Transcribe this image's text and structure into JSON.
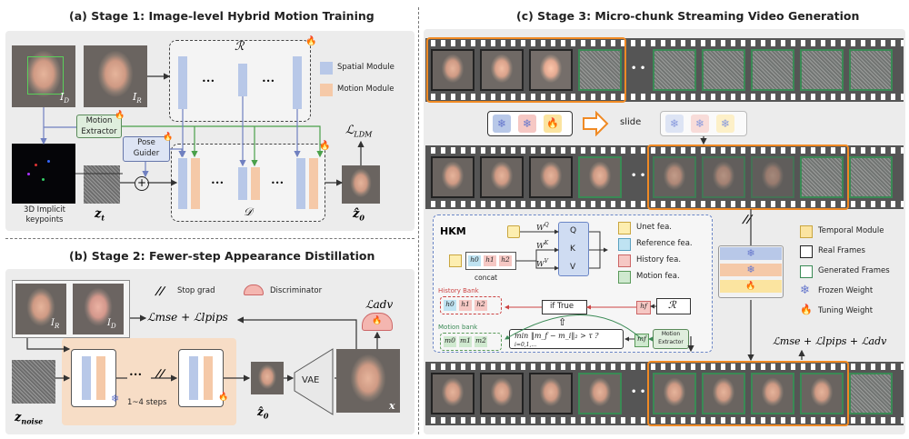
{
  "stage1": {
    "title": "(a) Stage 1: Image-level Hybrid Motion Training",
    "img_d": "I",
    "img_d_sub": "D",
    "img_r": "I",
    "img_r_sub": "R",
    "ref_net": "ℛ",
    "denoise_net": "𝒟",
    "legend_spatial": "Spatial Module",
    "legend_motion": "Motion Module",
    "motion_extractor": "Motion\nExtractor",
    "pose_guider": "Pose\nGuider",
    "keypoints": "3D Implicit\nkeypoints",
    "zt": "z",
    "zt_sub": "t",
    "z0": "ẑ",
    "z0_sub": "0",
    "loss": "ℒ",
    "loss_sub": "LDM",
    "dots": "•••"
  },
  "stage2": {
    "title": "(b) Stage 2: Fewer-step Appearance Distillation",
    "stop_grad": "Stop grad",
    "discriminator": "Discriminator",
    "loss_main": "ℒmse + ℒlpips",
    "loss_adv": "ℒadv",
    "znoise": "z",
    "znoise_sub": "noise",
    "steps": "1~4 steps",
    "z0": "ẑ",
    "z0_sub": "0",
    "vae": "VAE",
    "x": "x",
    "img_r": "I",
    "img_r_sub": "R",
    "img_d": "I",
    "img_d_sub": "D",
    "dots": "•••"
  },
  "stage3": {
    "title": "(c) Stage 3: Micro-chunk Streaming Video Generation",
    "slide": "slide",
    "hkm": "HKM",
    "wq": "W",
    "wq_sup": "Q",
    "wk": "W",
    "wk_sup": "K",
    "wv": "W",
    "wv_sup": "V",
    "q": "Q",
    "k": "K",
    "v": "V",
    "concat": "concat",
    "h0": "h0",
    "h1": "h1",
    "h2": "h2",
    "hf": "hf",
    "history_bank": "History Bank",
    "motion_bank": "Motion bank",
    "m0": "m0",
    "m1": "m1",
    "m2": "m2",
    "mf": "mf",
    "if_true": "if True",
    "condition": "min  ‖m_f − m_i‖₂ > τ ?",
    "condition_sub": "i=0,1,...",
    "r": "ℛ",
    "motion_extractor": "Motion\nExtractor",
    "legend_unet": "Unet fea.",
    "legend_reference": "Reference fea.",
    "legend_history": "History fea.",
    "legend_motion": "Motion fea.",
    "legend_temporal": "Temporal Module",
    "legend_real": "Real Frames",
    "legend_generated": "Generated Frames",
    "legend_frozen": "Frozen Weight",
    "legend_tuning": "Tuning Weight",
    "loss": "ℒmse + ℒlpips + ℒadv",
    "dots": "• •"
  },
  "colors": {
    "spatial": "#b8c8e8",
    "motion": "#f5c9a8",
    "orange": "#f08a24",
    "green": "#3a8a55",
    "unet": "#fdeeb0",
    "reference": "#bfe3f2",
    "history": "#f6c8c4",
    "motionfea": "#cfe9cf",
    "temporal": "#fbe4a0"
  }
}
